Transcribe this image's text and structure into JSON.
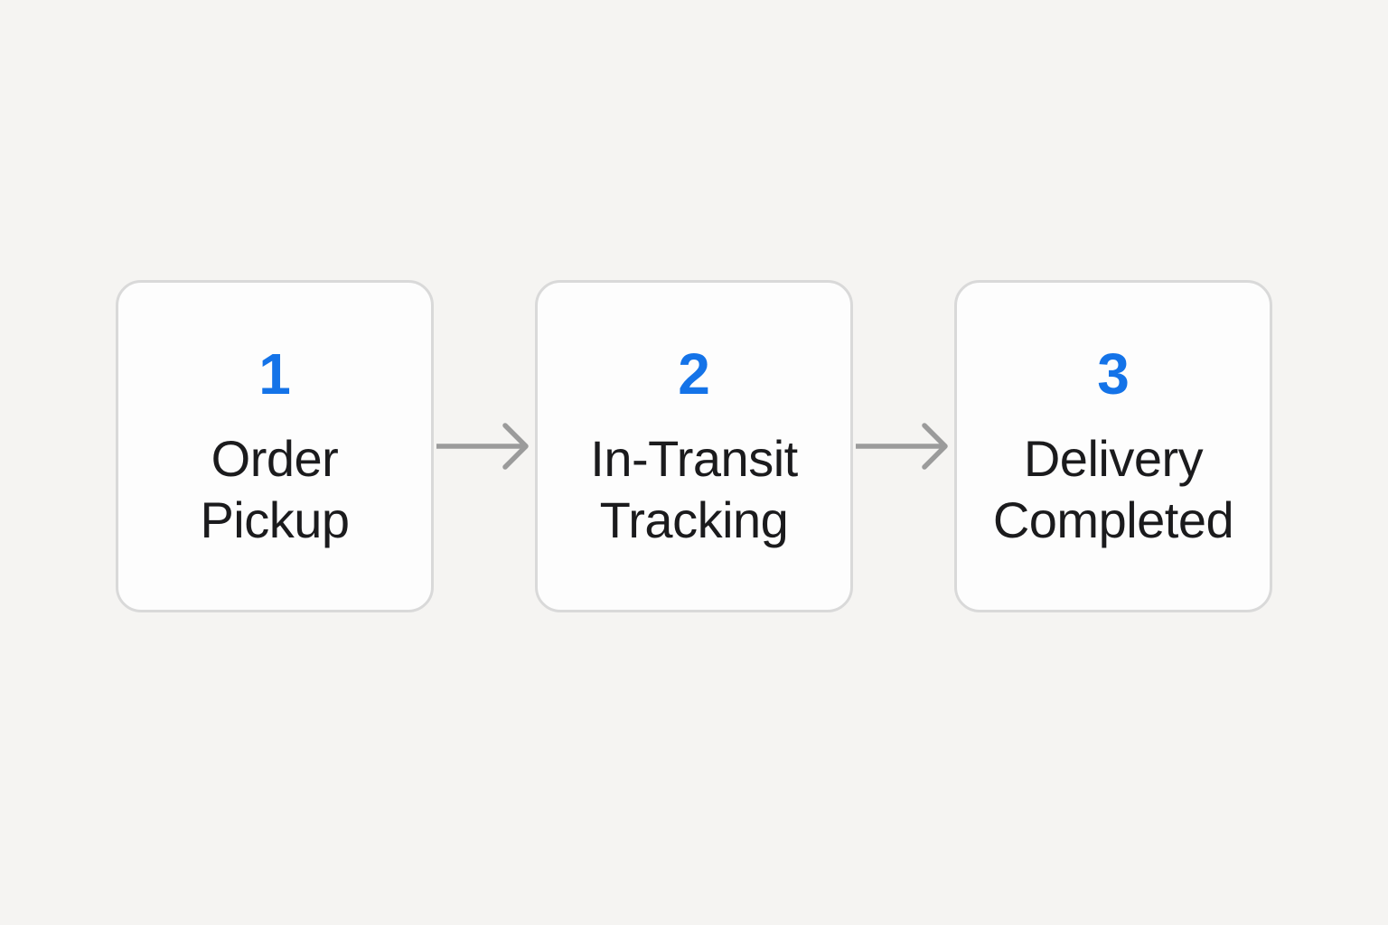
{
  "diagram": {
    "type": "process-flow",
    "direction": "left-to-right",
    "steps": [
      {
        "number": "1",
        "line1": "Order",
        "line2": "Pickup"
      },
      {
        "number": "2",
        "line1": "In-Transit",
        "line2": "Tracking"
      },
      {
        "number": "3",
        "line1": "Delivery",
        "line2": "Completed"
      }
    ],
    "connectors": [
      {
        "from": "1",
        "to": "2",
        "style": "arrow-right"
      },
      {
        "from": "2",
        "to": "3",
        "style": "arrow-right"
      }
    ],
    "colors": {
      "background": "#f5f4f2",
      "card_bg": "#fdfdfd",
      "card_border": "#d9d9d9",
      "number": "#1473e8",
      "label": "#1b1b1d",
      "arrow": "#9b9b9b"
    }
  }
}
